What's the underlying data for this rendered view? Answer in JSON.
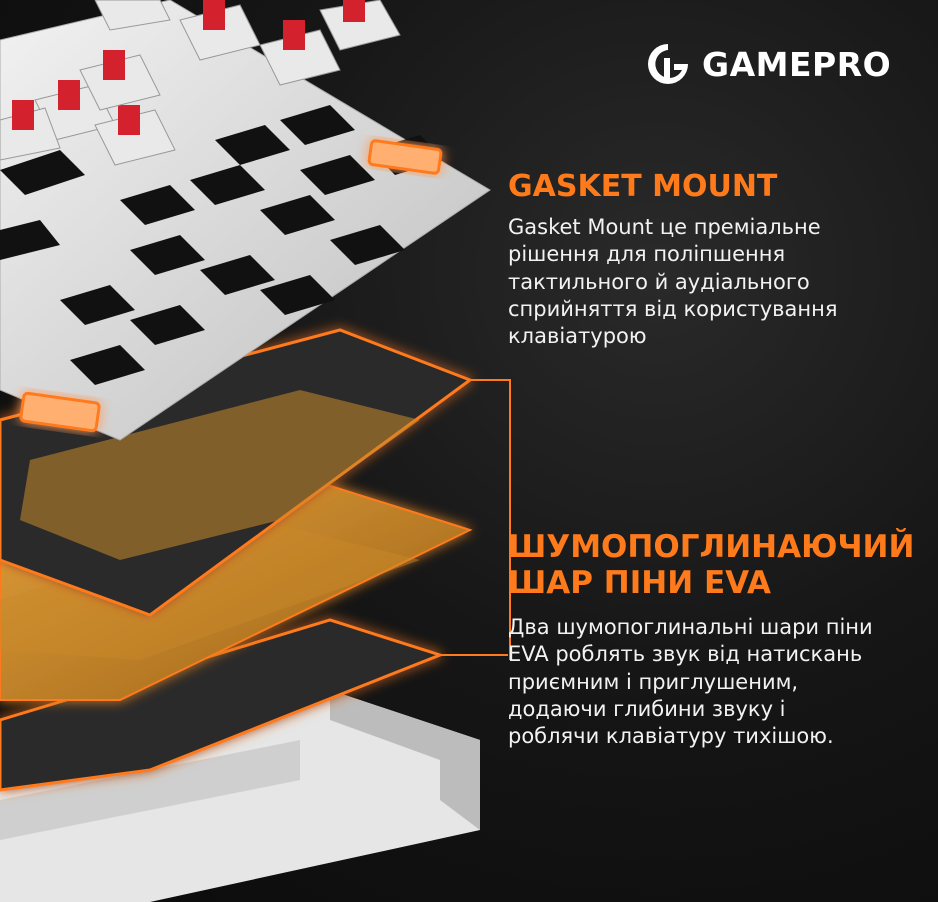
{
  "brand": {
    "name": "GAMEPRO",
    "logo_icon": "gamepro-logo-icon"
  },
  "sections": [
    {
      "title": "GASKET MOUNT",
      "body": "Gasket Mount це преміальне\nрішення для поліпшення\nтактильного й аудіального\nсприйняття від користування\nклавіатурою"
    },
    {
      "title": "ШУМОПОГЛИНАЮЧИЙ\nШАР ПІНИ EVA",
      "body": "Два шумопоглинальні шари піни\nEVA роблять звук від натискань\nприємним і приглушеним,\nдодаючи глибини звуку і\nроблячи клавіатуру тихішою."
    }
  ],
  "colors": {
    "accent": "#ff7a1a",
    "background": "#111111",
    "text": "#f2f2f2",
    "plate": "#d9d9d9",
    "foam": "#2a2a2a",
    "pcb": "#c98a2a",
    "switch": "#d3222e"
  }
}
